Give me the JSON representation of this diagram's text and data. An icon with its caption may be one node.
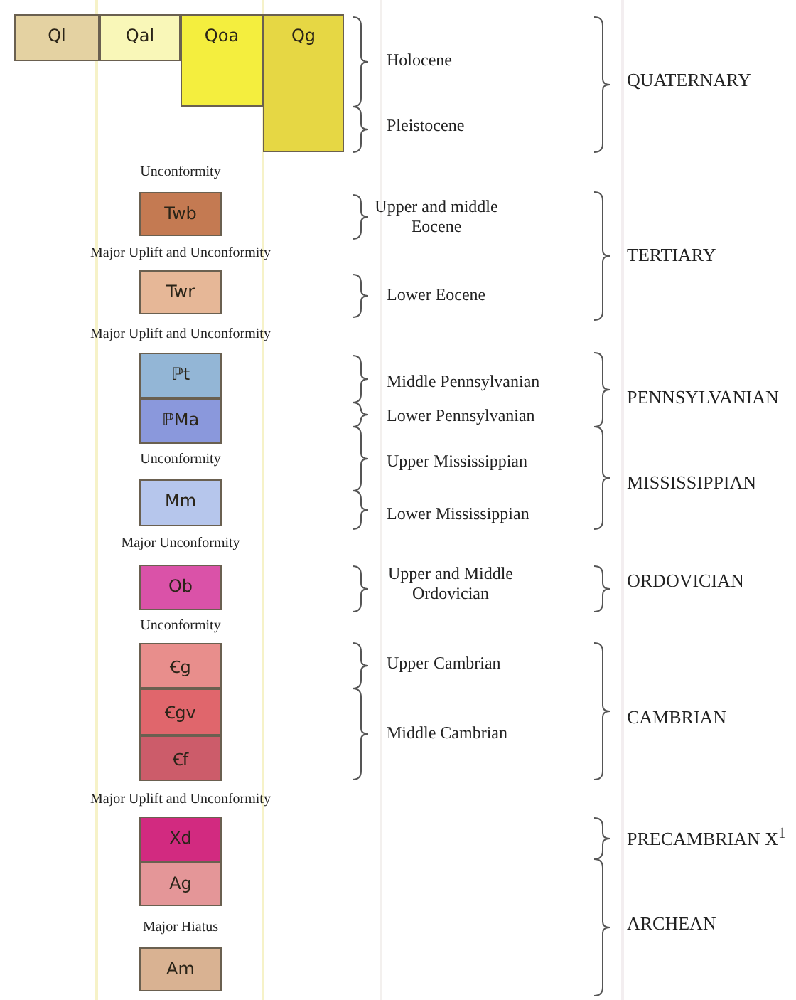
{
  "diagram": {
    "nodes": [
      {
        "text": [
          "Ql"
        ]
      },
      {
        "text": [
          "Qal"
        ]
      },
      {
        "text": [
          "Qoa"
        ]
      },
      {
        "text": [
          "Qg"
        ]
      },
      {
        "text": [
          "Twb"
        ]
      },
      {
        "text": [
          "Twr"
        ]
      },
      {
        "text": [
          "ℙt"
        ]
      },
      {
        "text": [
          "ℙMa"
        ]
      },
      {
        "text": [
          "Mm"
        ]
      },
      {
        "text": [
          "Ob"
        ]
      },
      {
        "text": [
          "Ꞓg"
        ]
      },
      {
        "text": [
          "Ꞓgv"
        ]
      },
      {
        "text": [
          "Ꞓf"
        ]
      },
      {
        "text": [
          "Xd"
        ]
      },
      {
        "text": [
          "Ag"
        ]
      },
      {
        "text": [
          "Am"
        ]
      }
    ],
    "labels": [
      "Holocene",
      "QUATERNARY",
      "Pleistocene",
      "Unconformity",
      "Upper and middle Eocene",
      "Major Uplift and Unconformity",
      "TERTIARY",
      "Lower Eocene",
      "Major Uplift and Unconformity",
      "Middle Pennsylvanian",
      "PENNSYLVANIAN",
      "Lower Pennsylvanian",
      "Unconformity",
      "Upper Mississippian",
      "MISSISSIPPIAN",
      "Lower Mississippian",
      "Major Unconformity",
      "Upper and Middle Ordovician",
      "ORDOVICIAN",
      "Unconformity",
      "Upper Cambrian",
      "CAMBRIAN",
      "Middle Cambrian",
      "Major Uplift and Unconformity",
      "PRECAMBRIAN X$^{1}$",
      "Major Hiatus",
      "ARCHEAN"
    ]
  }
}
